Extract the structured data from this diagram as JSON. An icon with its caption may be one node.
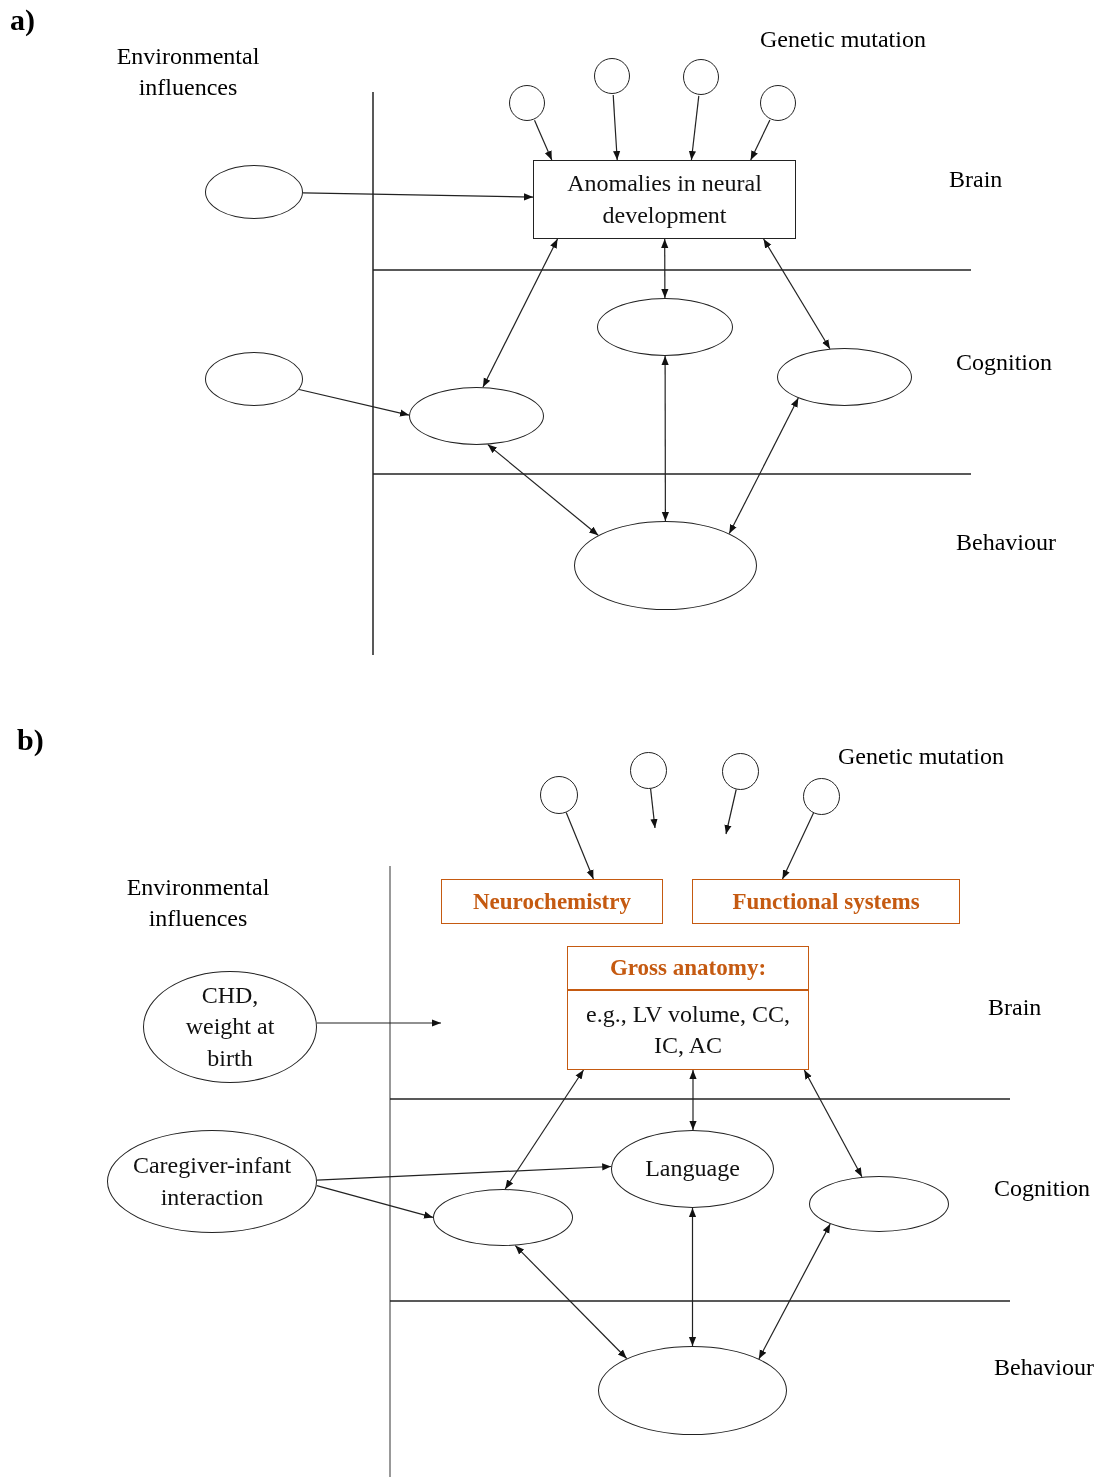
{
  "diagram": {
    "nodes": [
      {
        "text": [],
        "shape": "ellipse"
      },
      {
        "text": [],
        "shape": "ellipse"
      },
      {
        "text": [],
        "shape": "circle"
      },
      {
        "text": [],
        "shape": "circle"
      },
      {
        "text": [],
        "shape": "circle"
      },
      {
        "text": [],
        "shape": "circle"
      },
      {
        "text": [
          "Anomalies in neural development"
        ]
      },
      {
        "text": [],
        "shape": "ellipse"
      },
      {
        "text": [],
        "shape": "ellipse"
      },
      {
        "text": [],
        "shape": "ellipse"
      },
      {
        "text": [],
        "shape": "ellipse"
      },
      {
        "text": [
          "CHD, weight at birth"
        ]
      },
      {
        "text": [
          "Caregiver-infant interaction"
        ]
      },
      {
        "text": [],
        "shape": "circle"
      },
      {
        "text": [],
        "shape": "circle"
      },
      {
        "text": [],
        "shape": "circle"
      },
      {
        "text": [],
        "shape": "circle"
      },
      {
        "text": [
          "Neurochemistry"
        ]
      },
      {
        "text": [
          "Functional systems"
        ]
      },
      {
        "text": [
          "Gross anatomy:",
          "e.g., LV volume, CC, IC, AC"
        ]
      },
      {
        "text": [
          "Language"
        ]
      },
      {
        "text": [],
        "shape": "ellipse"
      },
      {
        "text": [],
        "shape": "ellipse"
      },
      {
        "text": [],
        "shape": "ellipse"
      }
    ],
    "edges": [
      {
        "from": 0,
        "to": 6,
        "arrow": "to"
      },
      {
        "from": 2,
        "to": 6,
        "arrow": "to"
      },
      {
        "from": 3,
        "to": 6,
        "arrow": "to"
      },
      {
        "from": 4,
        "to": 6,
        "arrow": "to"
      },
      {
        "from": 5,
        "to": 6,
        "arrow": "to"
      },
      {
        "from": 6,
        "to": 9,
        "arrow": "both"
      },
      {
        "from": 6,
        "to": 7,
        "arrow": "both"
      },
      {
        "from": 6,
        "to": 8,
        "arrow": "both"
      },
      {
        "from": 1,
        "to": 9,
        "arrow": "to"
      },
      {
        "from": 9,
        "to": 10,
        "arrow": "both"
      },
      {
        "from": 7,
        "to": 10,
        "arrow": "both"
      },
      {
        "from": 8,
        "to": 10,
        "arrow": "both"
      },
      {
        "from": 13,
        "to": 17,
        "arrow": "to"
      },
      {
        "from": 14,
        "to": null,
        "arrow": "to"
      },
      {
        "from": 15,
        "to": null,
        "arrow": "to"
      },
      {
        "from": 16,
        "to": 18,
        "arrow": "to"
      },
      {
        "from": 11,
        "to": null,
        "arrow": "to"
      },
      {
        "from": 12,
        "to": 20,
        "arrow": "to"
      },
      {
        "from": 12,
        "to": 21,
        "arrow": "to"
      },
      {
        "from": 21,
        "to": 19,
        "arrow": "both"
      },
      {
        "from": 19,
        "to": 20,
        "arrow": "both"
      },
      {
        "from": 19,
        "to": 22,
        "arrow": "both"
      },
      {
        "from": 21,
        "to": 23,
        "arrow": "both"
      },
      {
        "from": 20,
        "to": 23,
        "arrow": "both"
      },
      {
        "from": 22,
        "to": 23,
        "arrow": "both"
      }
    ],
    "labels": [
      "a)",
      "Environmental influences",
      "Genetic mutation",
      "Brain",
      "Cognition",
      "Behaviour",
      "b)",
      "Environmental influences",
      "Genetic mutation",
      "Brain",
      "Cognition",
      "Behaviour"
    ]
  }
}
